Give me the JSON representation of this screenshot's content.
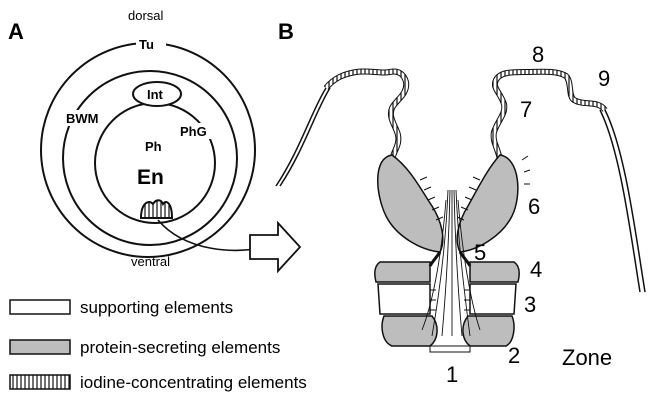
{
  "panel_a": {
    "label": "A",
    "dorsal": "dorsal",
    "ventral": "ventral",
    "rings": {
      "outer": "Tu",
      "middle": "BWM",
      "inner_right": "PhG",
      "inner_center": "Ph",
      "intestine": "Int",
      "endostyle": "En"
    }
  },
  "panel_b": {
    "label": "B",
    "zone_numbers": [
      "1",
      "2",
      "3",
      "4",
      "5",
      "6",
      "7",
      "8",
      "9"
    ],
    "zone_label": "Zone"
  },
  "legend": [
    {
      "key": "supporting",
      "label": "supporting elements",
      "fill": "#ffffff"
    },
    {
      "key": "secreting",
      "label": "protein-secreting elements",
      "fill": "#bdbdbd"
    },
    {
      "key": "iodine",
      "label": "iodine-concentrating elements",
      "fill": "#ffffff"
    }
  ],
  "colors": {
    "stroke": "#111111",
    "secreting_fill": "#bdbdbd",
    "supporting_fill": "#ffffff"
  }
}
